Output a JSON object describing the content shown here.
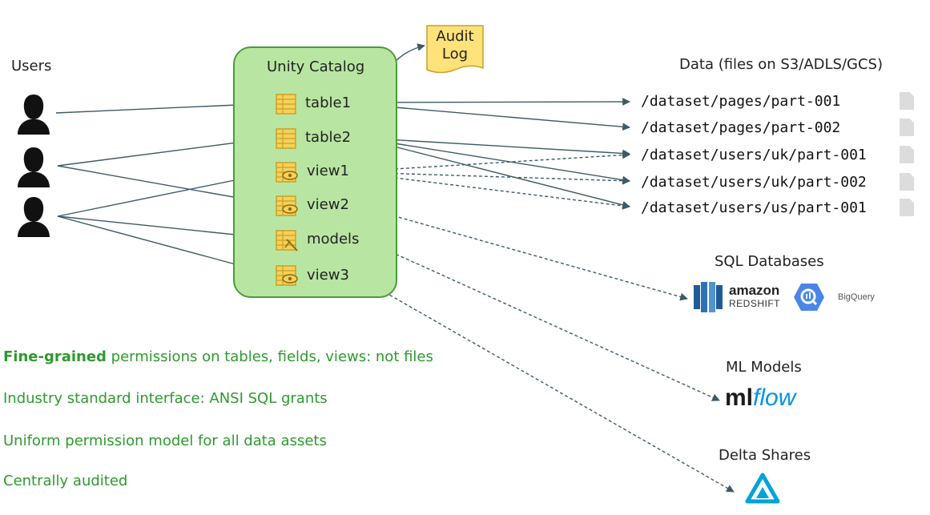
{
  "users_label": "Users",
  "catalog": {
    "title": "Unity Catalog",
    "items": [
      {
        "label": "table1",
        "icon": "table-icon"
      },
      {
        "label": "table2",
        "icon": "table-icon"
      },
      {
        "label": "view1",
        "icon": "view-icon"
      },
      {
        "label": "view2",
        "icon": "view-icon"
      },
      {
        "label": "models",
        "icon": "model-icon"
      },
      {
        "label": "view3",
        "icon": "view-icon"
      }
    ]
  },
  "audit_log": {
    "line1": "Audit",
    "line2": "Log"
  },
  "data_section": {
    "title": "Data (files on S3/ADLS/GCS)",
    "files": [
      "/dataset/pages/part-001",
      "/dataset/pages/part-002",
      "/dataset/users/uk/part-001",
      "/dataset/users/uk/part-002",
      "/dataset/users/us/part-001"
    ]
  },
  "sql_section": {
    "title": "SQL Databases",
    "redshift_line1": "amazon",
    "redshift_line2": "REDSHIFT",
    "bigquery": "BigQuery"
  },
  "ml_section": {
    "title": "ML Models",
    "mlflow_a": "ml",
    "mlflow_b": "flow"
  },
  "delta_section": {
    "title": "Delta Shares"
  },
  "bullets": {
    "b1_bold": "Fine-grained",
    "b1_rest": " permissions on tables, fields, views: not files",
    "b2": "Industry standard interface: ANSI SQL grants",
    "b3": "Uniform permission model for all data assets",
    "b4": "Centrally audited"
  },
  "colors": {
    "catalog_fill": "#b8e6a2",
    "catalog_border": "#4b9a3b",
    "arrow": "#3d5b66",
    "bullet_text": "#2e9a2e",
    "audit_fill": "#ffe27a",
    "redshift_blue": "#2d72b8",
    "bigquery_blue": "#4a86e8",
    "delta_blue": "#00a3d9"
  }
}
